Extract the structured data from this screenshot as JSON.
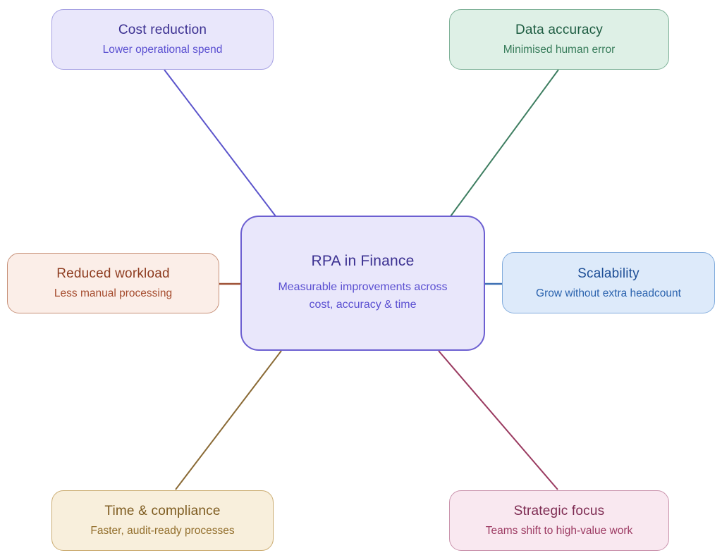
{
  "diagram": {
    "background_color": "#ffffff",
    "center_node": {
      "title": "RPA in Finance",
      "subtitle": "Measurable improvements across cost, accuracy & time",
      "colors": {
        "bg": "#e9e7fb",
        "border": "#6c5fd1",
        "title": "#3b3091",
        "subtitle": "#5a4fd1"
      }
    },
    "nodes": [
      {
        "id": "cost-reduction",
        "title": "Cost reduction",
        "subtitle": "Lower operational spend",
        "colors": {
          "bg": "#e9e7fb",
          "border": "#a6a1e3",
          "title": "#3b3091",
          "subtitle": "#5a4fd1"
        },
        "edge_color": "#5b54cb"
      },
      {
        "id": "data-accuracy",
        "title": "Data accuracy",
        "subtitle": "Minimised human error",
        "colors": {
          "bg": "#def0e6",
          "border": "#7fb299",
          "title": "#1d5c41",
          "subtitle": "#377c5a"
        },
        "edge_color": "#3e7e61"
      },
      {
        "id": "reduced-workload",
        "title": "Reduced workload",
        "subtitle": "Less manual processing",
        "colors": {
          "bg": "#fbeee8",
          "border": "#c79078",
          "title": "#8e3c20",
          "subtitle": "#a54c2e"
        },
        "edge_color": "#9e5135"
      },
      {
        "id": "scalability",
        "title": "Scalability",
        "subtitle": "Grow without extra headcount",
        "colors": {
          "bg": "#ddeafa",
          "border": "#82acdd",
          "title": "#1d4e96",
          "subtitle": "#2b63ae"
        },
        "edge_color": "#3c6fb3"
      },
      {
        "id": "time-compliance",
        "title": "Time & compliance",
        "subtitle": "Faster, audit-ready processes",
        "colors": {
          "bg": "#f8efdc",
          "border": "#ccad73",
          "title": "#7d5b1f",
          "subtitle": "#926e2b"
        },
        "edge_color": "#8a6a35"
      },
      {
        "id": "strategic-focus",
        "title": "Strategic focus",
        "subtitle": "Teams shift to high-value work",
        "colors": {
          "bg": "#f9e8f0",
          "border": "#ca94ad",
          "title": "#7d2a51",
          "subtitle": "#9d3b63"
        },
        "edge_color": "#9a3a60"
      }
    ]
  }
}
